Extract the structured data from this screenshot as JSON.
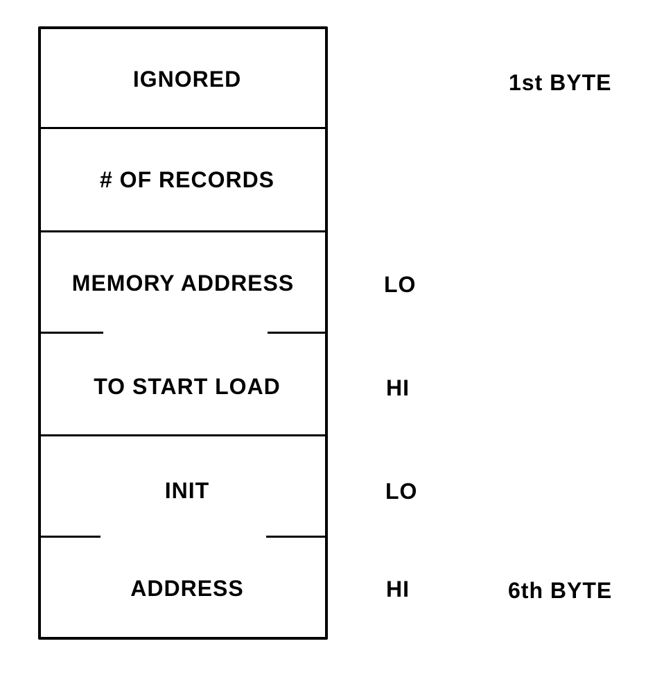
{
  "rows": [
    {
      "label": "IGNORED"
    },
    {
      "label": "# OF RECORDS"
    },
    {
      "label": "MEMORY ADDRESS",
      "byte": "LO"
    },
    {
      "label": "TO START LOAD",
      "byte": "HI"
    },
    {
      "label": "INIT",
      "byte": "LO"
    },
    {
      "label": "ADDRESS",
      "byte": "HI"
    }
  ],
  "markers": {
    "first": "1st BYTE",
    "last": "6th BYTE"
  }
}
